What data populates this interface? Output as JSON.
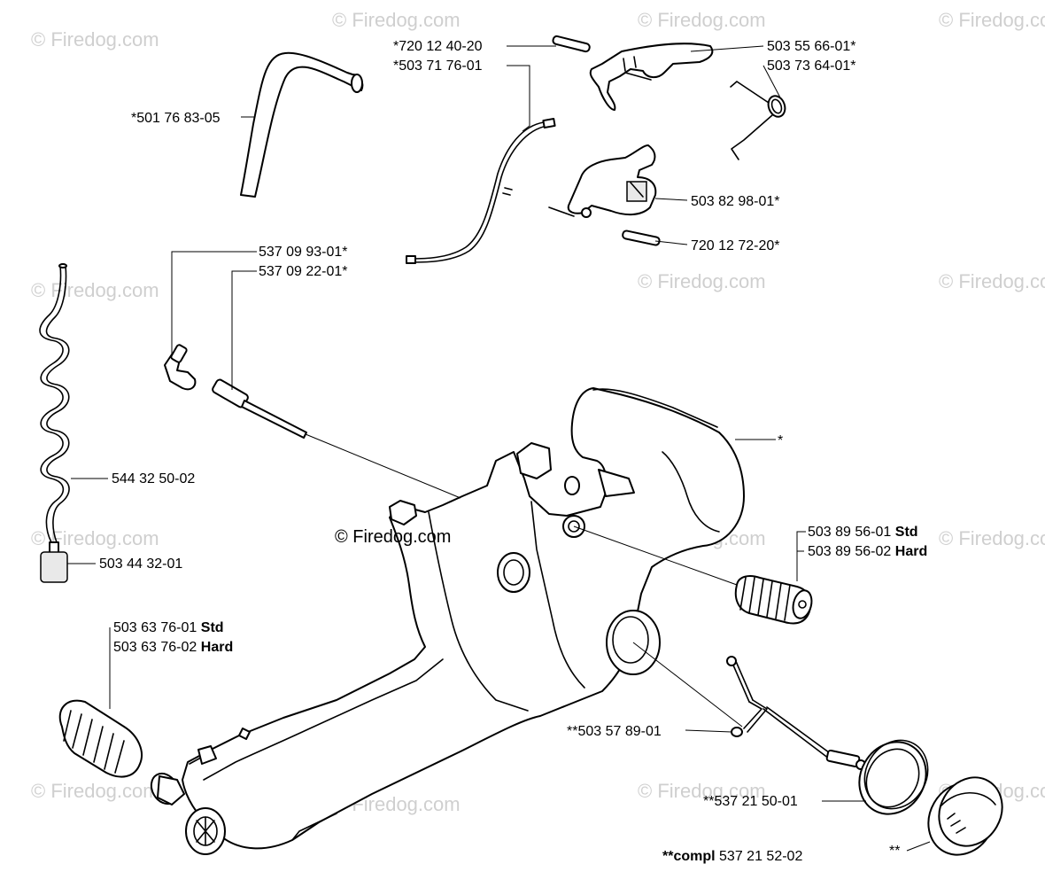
{
  "watermark": {
    "text": "© Firedog.com",
    "center_text": "© Firedog.com"
  },
  "labels": {
    "hose": "*501 76 83-05",
    "pin_top": "*720 12 40-20",
    "cable": "*503 71 76-01",
    "lever": "503 55 66-01*",
    "spring": "503 73 64-01*",
    "lockout": "503 82 98-01*",
    "pin_bottom": "720 12 72-20*",
    "valve_1": "537 09 93-01*",
    "valve_2": "537 09 22-01*",
    "fuel_hose": "544 32 50-02",
    "filter": "503 44 32-01",
    "handle": "*",
    "av_right_std_code": "503 89 56-01",
    "av_right_std_tag": "Std",
    "av_right_hard_code": "503 89 56-02",
    "av_right_hard_tag": "Hard",
    "av_left_std_code": "503 63 76-01",
    "av_left_std_tag": "Std",
    "av_left_hard_code": "503 63 76-02",
    "av_left_hard_tag": "Hard",
    "rod": "**503 57 89-01",
    "seal": "**537 21 50-01",
    "compl_prefix": "**compl",
    "compl_code": "537 21 52-02",
    "cap": "**"
  }
}
